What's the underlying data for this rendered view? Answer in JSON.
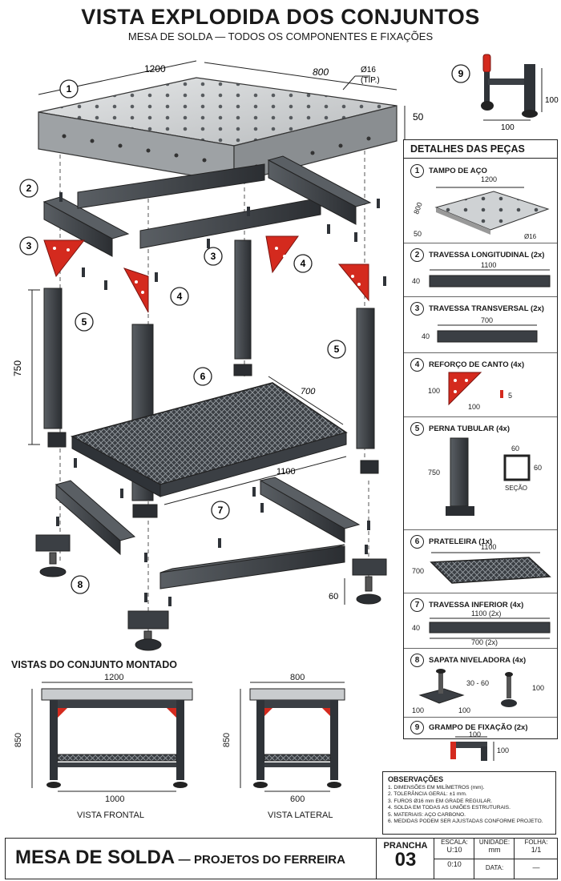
{
  "header": {
    "title": "VISTA EXPLODIDA DOS CONJUNTOS",
    "subtitle": "MESA DE SOLDA — TODOS OS COMPONENTES E FIXAÇÕES"
  },
  "exploded": {
    "dim_length": "1200",
    "dim_width": "800",
    "dim_thickness": "50",
    "hole_callout": [
      "Ø16",
      "(TIP.)"
    ],
    "dim_leg_height": "750",
    "dim_shelf_width": "700",
    "dim_shelf_length": "1100",
    "dim_foot_height": "60",
    "callouts": [
      "1",
      "2",
      "3",
      "3",
      "4",
      "4",
      "5",
      "5",
      "6",
      "7",
      "8"
    ]
  },
  "clamp_view": {
    "number": "9",
    "dim_height": "100",
    "dim_width": "100"
  },
  "parts_panel": {
    "title": "DETALHES DAS PEÇAS",
    "parts": [
      {
        "num": "1",
        "name": "TAMPO DE AÇO",
        "dims": [
          "1200",
          "800",
          "50",
          "Ø16"
        ]
      },
      {
        "num": "2",
        "name": "TRAVESSA LONGITUDINAL (2x)",
        "dims": [
          "1100",
          "40"
        ]
      },
      {
        "num": "3",
        "name": "TRAVESSA TRANSVERSAL (2x)",
        "dims": [
          "700",
          "40"
        ]
      },
      {
        "num": "4",
        "name": "REFORÇO DE CANTO (4x)",
        "dims": [
          "100",
          "100",
          "5"
        ]
      },
      {
        "num": "5",
        "name": "PERNA TUBULAR (4x)",
        "dims": [
          "750",
          "60",
          "60"
        ],
        "section_label": "SEÇÃO"
      },
      {
        "num": "6",
        "name": "PRATELEIRA (1x)",
        "dims": [
          "1100",
          "700"
        ]
      },
      {
        "num": "7",
        "name": "TRAVESSA INFERIOR (4x)",
        "dims": [
          "1100 (2x)",
          "40",
          "700 (2x)"
        ]
      },
      {
        "num": "8",
        "name": "SAPATA NIVELADORA (4x)",
        "dims": [
          "30 - 60",
          "100",
          "100",
          "100"
        ]
      },
      {
        "num": "9",
        "name": "GRAMPO DE FIXAÇÃO (2x)",
        "dims": [
          "100",
          "100"
        ]
      }
    ]
  },
  "assembled": {
    "title": "VISTAS DO CONJUNTO MONTADO",
    "front": {
      "label": "VISTA FRONTAL",
      "top_dim": "1200",
      "height_dim": "850",
      "bottom_dim": "1000"
    },
    "side": {
      "label": "VISTA LATERAL",
      "top_dim": "800",
      "height_dim": "850",
      "bottom_dim": "600"
    }
  },
  "notes": {
    "title": "OBSERVAÇÕES",
    "items": [
      "1. DIMENSÕES EM MILÍMETROS (mm).",
      "2. TOLERÂNCIA GERAL: ±1 mm.",
      "3. FUROS Ø16 mm EM GRADE REGULAR.",
      "4. SOLDA EM TODAS AS UNIÕES ESTRUTURAIS.",
      "5. MATERIAIS: AÇO CARBONO.",
      "6. MEDIDAS PODEM SER AJUSTADAS CONFORME PROJETO."
    ]
  },
  "title_block": {
    "main": "MESA DE SOLDA",
    "dash": "—",
    "sub": "PROJETOS DO FERREIRA",
    "sheet_label": "PRANCHA",
    "sheet_num": "03",
    "scale_label": "ESCALA:",
    "scale_value": "U:10",
    "scale_value2": "0:10",
    "unit_label": "UNIDADE:",
    "unit_value": "mm",
    "sheet_of_label": "FOLHA:",
    "sheet_of_value": "1/1",
    "date_label": "DATA:",
    "date_value": "—",
    "colors": {
      "accent_red": "#d42a1e",
      "steel_dark": "#2f3338",
      "steel_light": "#c9ccce"
    }
  }
}
